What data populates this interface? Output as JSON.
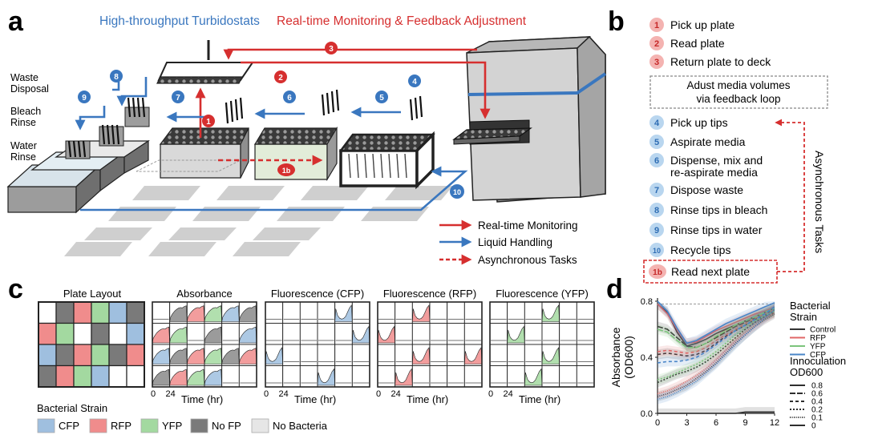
{
  "panel_letters": [
    "a",
    "b",
    "c",
    "d"
  ],
  "panel_a": {
    "title_left": "High-throughput Turbidostats",
    "title_right": "Real-time Monitoring & Feedback Adjustment",
    "station_labels": [
      "Waste\nDisposal",
      "Bleach\nRinse",
      "Water\nRinse"
    ],
    "legend": [
      {
        "label": "Real-time Monitoring",
        "style": "solid",
        "color": "#d62f2f"
      },
      {
        "label": "Liquid Handling",
        "style": "solid",
        "color": "#3a77bf"
      },
      {
        "label": "Asynchronous Tasks",
        "style": "dashed",
        "color": "#d62f2f"
      }
    ],
    "step_badges": [
      "1",
      "2",
      "3",
      "4",
      "5",
      "6",
      "7",
      "8",
      "9",
      "10",
      "1b"
    ]
  },
  "panel_b": {
    "monitor_steps": [
      {
        "num": "1",
        "label": "Pick up plate"
      },
      {
        "num": "2",
        "label": "Read plate"
      },
      {
        "num": "3",
        "label": "Return plate to deck"
      }
    ],
    "feedback_box": "Adust media volumes\nvia feedback loop",
    "handling_steps": [
      {
        "num": "4",
        "label": "Pick up tips"
      },
      {
        "num": "5",
        "label": "Aspirate media"
      },
      {
        "num": "6",
        "label": "Dispense, mix and\nre-aspirate media"
      },
      {
        "num": "7",
        "label": "Dispose waste"
      },
      {
        "num": "8",
        "label": "Rinse tips in bleach"
      },
      {
        "num": "9",
        "label": "Rinse tips in water"
      },
      {
        "num": "10",
        "label": "Recycle tips"
      }
    ],
    "async_step": {
      "num": "1b",
      "label": "Read next plate"
    },
    "async_label": "Asynchronous Tasks",
    "colors": {
      "monitor": "#f4b3b1",
      "monitor_text": "#c62828",
      "handling": "#b9d6ef",
      "handling_text": "#2e6db4"
    }
  },
  "panel_c": {
    "plate_layout_title": "Plate Layout",
    "plate_layout": [
      [
        "No Bacteria",
        "No FP",
        "RFP",
        "YFP",
        "CFP",
        "No FP"
      ],
      [
        "RFP",
        "YFP",
        "No Bacteria",
        "No FP",
        "No Bacteria",
        "CFP"
      ],
      [
        "CFP",
        "No FP",
        "RFP",
        "YFP",
        "No FP",
        "RFP"
      ],
      [
        "No FP",
        "RFP",
        "YFP",
        "CFP",
        "No Bacteria",
        "No Bacteria"
      ]
    ],
    "plots": [
      {
        "title": "Absorbance",
        "channel": "All"
      },
      {
        "title": "Fluorescence (CFP)",
        "channel": "CFP"
      },
      {
        "title": "Fluorescence (RFP)",
        "channel": "RFP"
      },
      {
        "title": "Fluorescence (YFP)",
        "channel": "YFP"
      }
    ],
    "x_ticks": [
      "0",
      "24"
    ],
    "x_label": "Time (hr)",
    "legend_title": "Bacterial Strain",
    "legend": [
      {
        "label": "CFP",
        "color": "#9fbfdf"
      },
      {
        "label": "RFP",
        "color": "#f08c8c"
      },
      {
        "label": "YFP",
        "color": "#a3d9a0"
      },
      {
        "label": "No FP",
        "color": "#7a7a7a"
      },
      {
        "label": "No Bacteria",
        "color": "#e6e6e6"
      }
    ]
  },
  "chart_data": {
    "type": "line",
    "xlabel": "",
    "ylabel": "Absorbance\n(OD600)",
    "xlim": [
      0,
      12
    ],
    "ylim": [
      0,
      0.8
    ],
    "x_ticks": [
      0,
      3,
      6,
      9,
      12
    ],
    "y_ticks": [
      "0.0",
      "0.4",
      "0.8"
    ],
    "setpoint": 0.78,
    "x": [
      0,
      1,
      2,
      3,
      4,
      5,
      6,
      7,
      8,
      9,
      10,
      11,
      12
    ],
    "legend_strain_title": "Bacterial\nStrain",
    "legend_strains": [
      {
        "name": "Control",
        "color": "#333333"
      },
      {
        "name": "RFP",
        "color": "#e06666"
      },
      {
        "name": "YFP",
        "color": "#7cc47c"
      },
      {
        "name": "CFP",
        "color": "#4a86c8"
      }
    ],
    "legend_od_title": "Innoculation\nOD600",
    "legend_od": [
      {
        "name": "0.8",
        "dash": ""
      },
      {
        "name": "0.6",
        "dash": "7,2"
      },
      {
        "name": "0.4",
        "dash": "4,3"
      },
      {
        "name": "0.2",
        "dash": "2,2"
      },
      {
        "name": "0.1",
        "dash": "1,1.5"
      },
      {
        "name": "0",
        "dash": ""
      }
    ],
    "series": [
      {
        "strain": "Control",
        "od": "0.8",
        "values": [
          0.78,
          0.72,
          0.58,
          0.48,
          0.5,
          0.53,
          0.57,
          0.6,
          0.63,
          0.66,
          0.69,
          0.72,
          0.75
        ]
      },
      {
        "strain": "Control",
        "od": "0.6",
        "values": [
          0.62,
          0.6,
          0.54,
          0.48,
          0.47,
          0.5,
          0.54,
          0.58,
          0.62,
          0.65,
          0.68,
          0.71,
          0.74
        ]
      },
      {
        "strain": "Control",
        "od": "0.4",
        "values": [
          0.42,
          0.43,
          0.42,
          0.41,
          0.42,
          0.45,
          0.5,
          0.55,
          0.59,
          0.63,
          0.67,
          0.7,
          0.73
        ]
      },
      {
        "strain": "Control",
        "od": "0.2",
        "values": [
          0.22,
          0.25,
          0.28,
          0.3,
          0.33,
          0.37,
          0.42,
          0.48,
          0.54,
          0.6,
          0.65,
          0.69,
          0.72
        ]
      },
      {
        "strain": "Control",
        "od": "0.1",
        "values": [
          0.12,
          0.14,
          0.17,
          0.2,
          0.25,
          0.3,
          0.36,
          0.43,
          0.5,
          0.56,
          0.62,
          0.67,
          0.71
        ]
      },
      {
        "strain": "Control",
        "od": "0",
        "values": [
          0.0,
          0.0,
          0.0,
          0.0,
          0.0,
          0.0,
          0.0,
          0.0,
          0.0,
          0.01,
          0.01,
          0.01,
          0.01
        ]
      },
      {
        "strain": "RFP",
        "od": "0.8",
        "values": [
          0.78,
          0.71,
          0.6,
          0.5,
          0.51,
          0.55,
          0.59,
          0.62,
          0.65,
          0.68,
          0.71,
          0.73,
          0.76
        ]
      },
      {
        "strain": "RFP",
        "od": "0.4",
        "values": [
          0.44,
          0.45,
          0.44,
          0.43,
          0.44,
          0.47,
          0.52,
          0.56,
          0.6,
          0.64,
          0.68,
          0.71,
          0.74
        ]
      },
      {
        "strain": "RFP",
        "od": "0.1",
        "values": [
          0.14,
          0.16,
          0.19,
          0.23,
          0.27,
          0.32,
          0.38,
          0.45,
          0.52,
          0.58,
          0.63,
          0.68,
          0.72
        ]
      },
      {
        "strain": "YFP",
        "od": "0.6",
        "values": [
          0.6,
          0.58,
          0.52,
          0.47,
          0.47,
          0.5,
          0.55,
          0.59,
          0.63,
          0.66,
          0.69,
          0.72,
          0.75
        ]
      },
      {
        "strain": "YFP",
        "od": "0.2",
        "values": [
          0.24,
          0.26,
          0.29,
          0.32,
          0.35,
          0.39,
          0.44,
          0.5,
          0.56,
          0.61,
          0.66,
          0.7,
          0.73
        ]
      },
      {
        "strain": "CFP",
        "od": "0.8",
        "values": [
          0.8,
          0.73,
          0.61,
          0.5,
          0.52,
          0.56,
          0.6,
          0.64,
          0.67,
          0.7,
          0.73,
          0.76,
          0.79
        ]
      },
      {
        "strain": "CFP",
        "od": "0.4",
        "values": [
          0.36,
          0.37,
          0.37,
          0.38,
          0.4,
          0.44,
          0.49,
          0.54,
          0.59,
          0.63,
          0.67,
          0.71,
          0.76
        ]
      },
      {
        "strain": "CFP",
        "od": "0.1",
        "values": [
          0.1,
          0.12,
          0.15,
          0.19,
          0.23,
          0.29,
          0.35,
          0.42,
          0.49,
          0.56,
          0.62,
          0.68,
          0.74
        ]
      }
    ]
  }
}
